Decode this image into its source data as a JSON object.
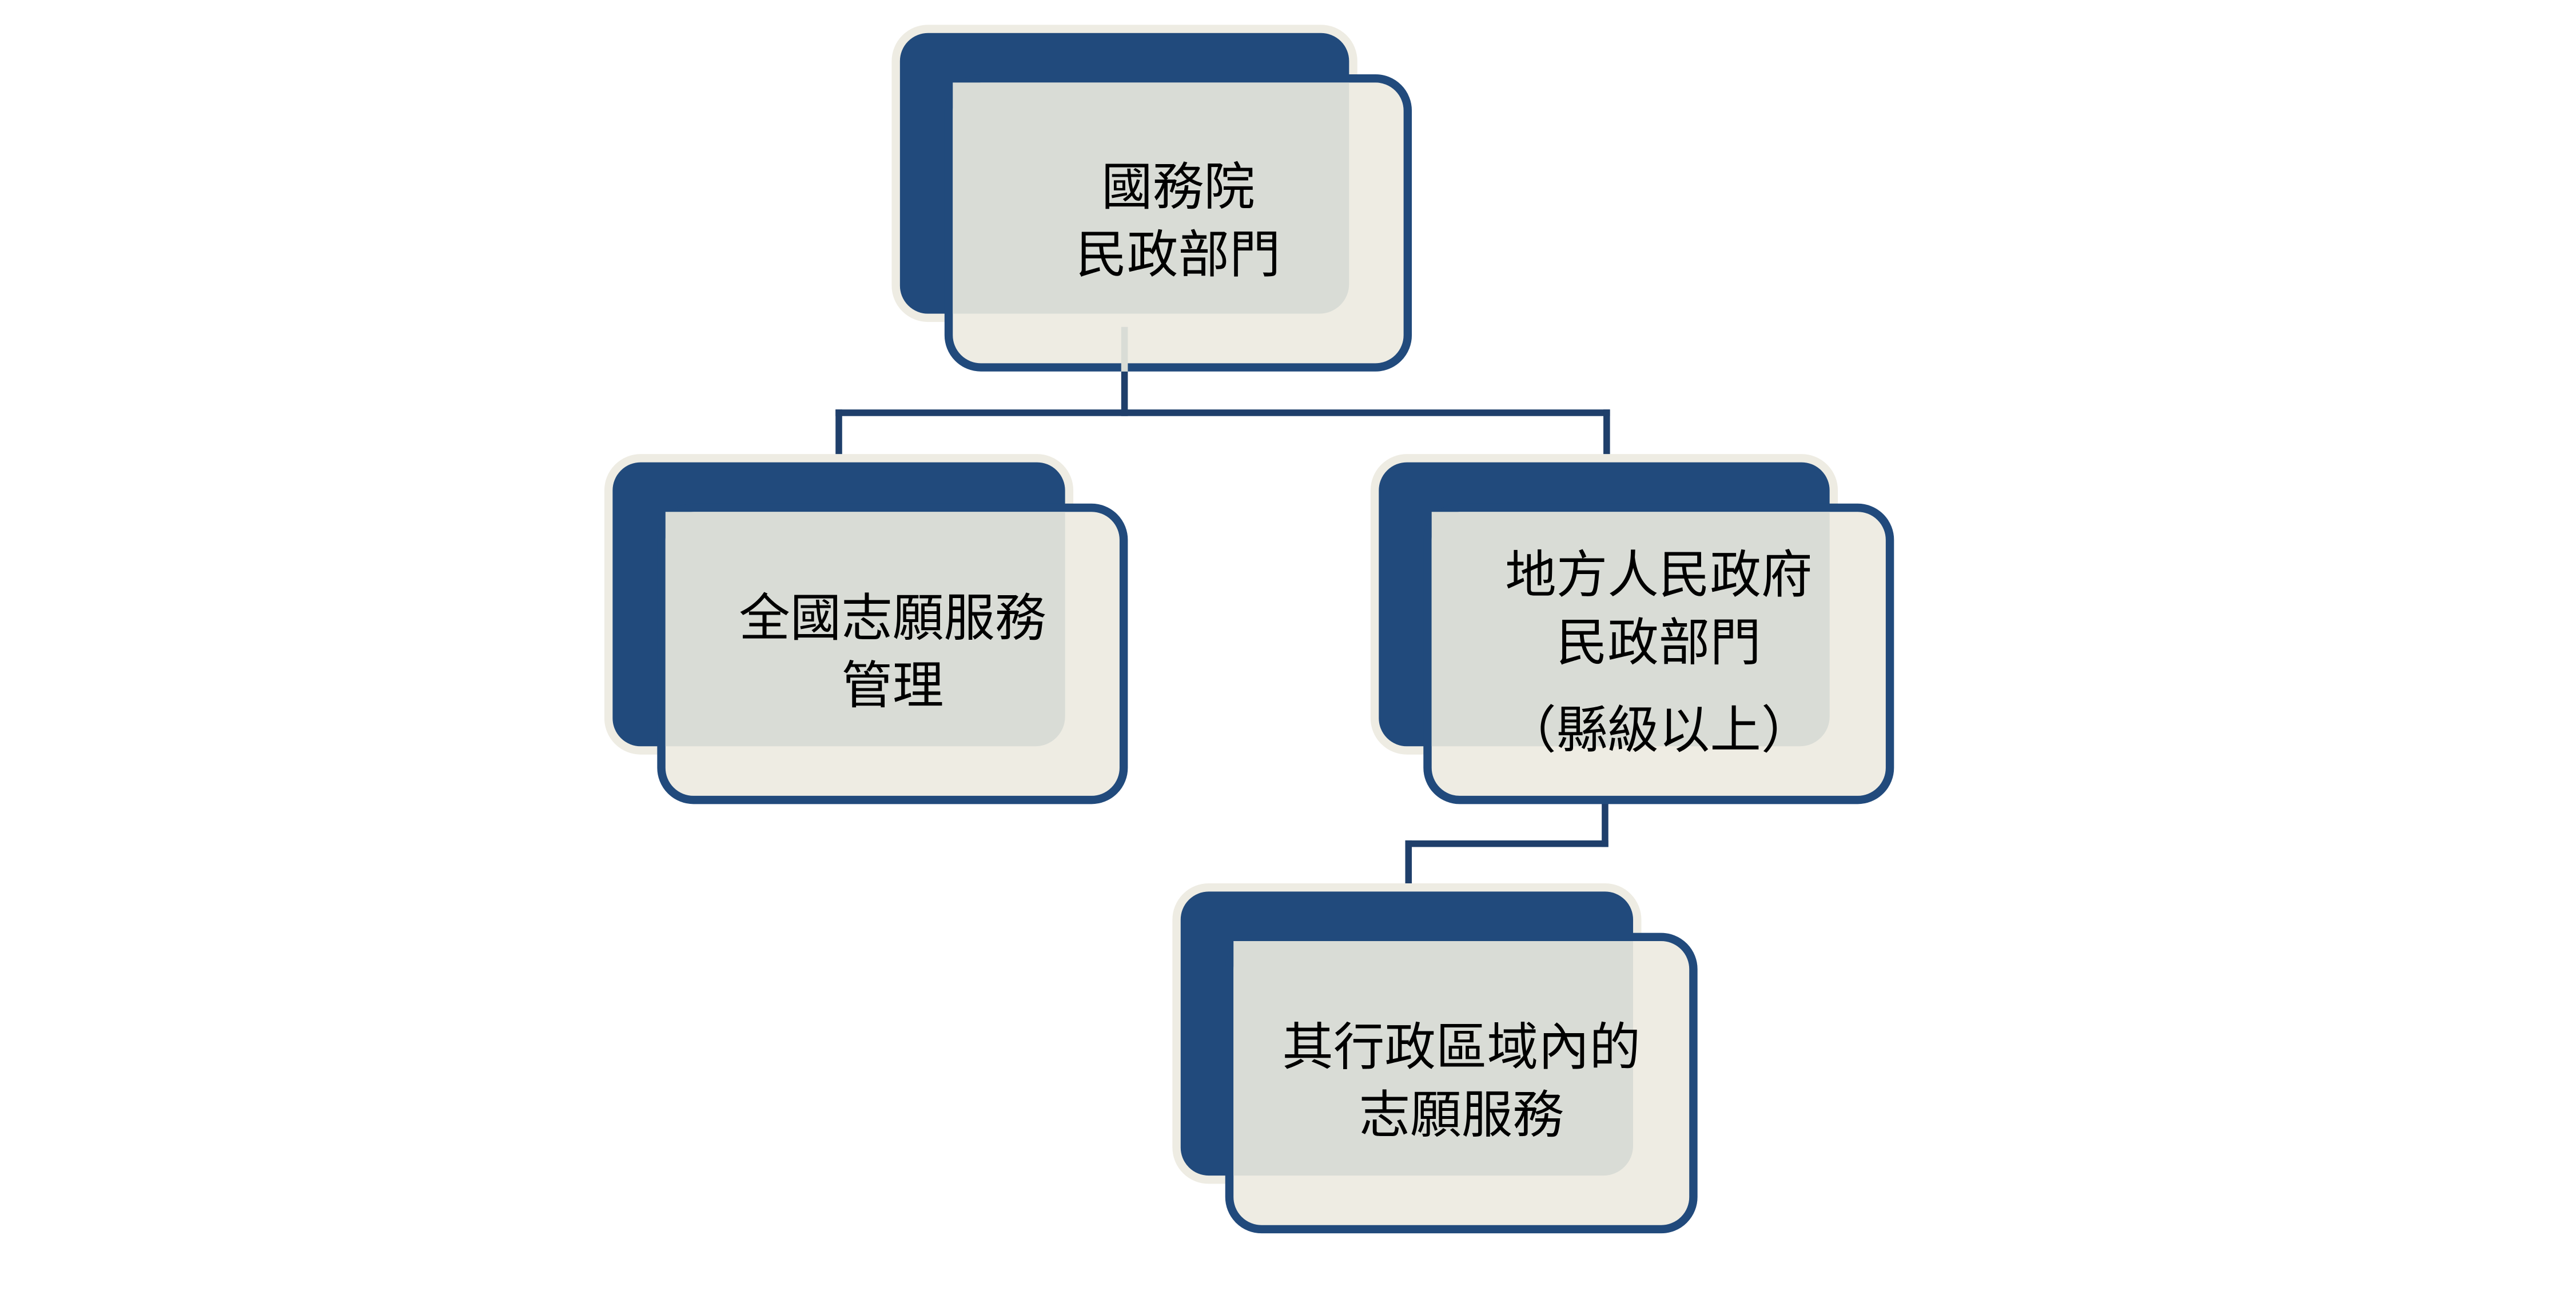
{
  "diagram": {
    "type": "org-chart",
    "colors": {
      "dark_box": "#214A7C",
      "light_box": "#EEECE3",
      "overlap": "#D9DCD6",
      "connector": "#1F3F6B"
    },
    "nodes": [
      {
        "id": "top",
        "lines": [
          "國務院",
          "民政部門"
        ]
      },
      {
        "id": "left",
        "lines": [
          "全國志願服務",
          "管理"
        ]
      },
      {
        "id": "right",
        "lines": [
          "地方人民政府",
          "民政部門",
          "（縣級以上）"
        ]
      },
      {
        "id": "bottom",
        "lines": [
          "其行政區域內的",
          "志願服務"
        ]
      }
    ],
    "edges": [
      {
        "from": "top",
        "to": "left"
      },
      {
        "from": "top",
        "to": "right"
      },
      {
        "from": "right",
        "to": "bottom"
      }
    ]
  }
}
